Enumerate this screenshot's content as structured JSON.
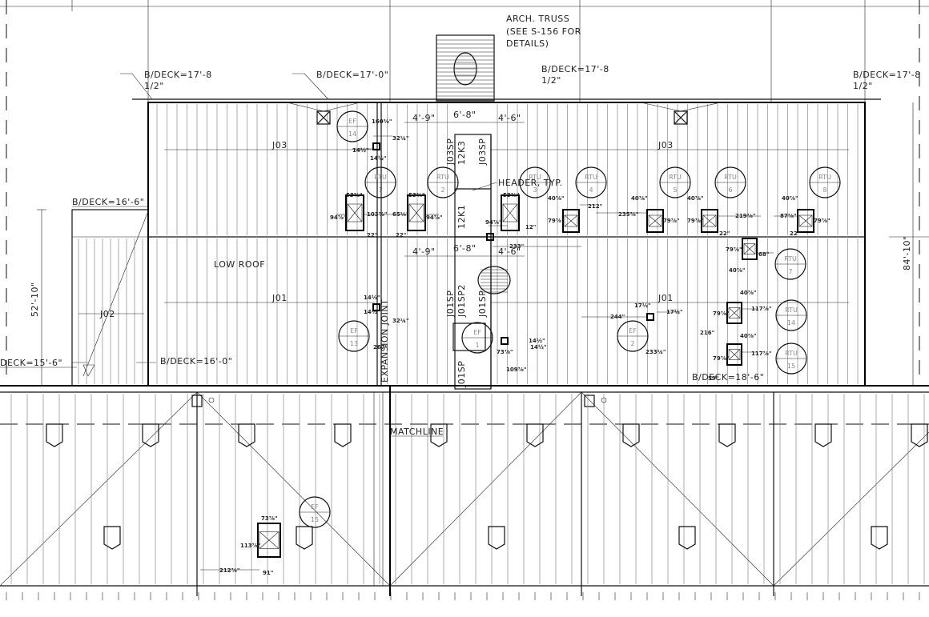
{
  "notes": {
    "arch_truss": [
      "ARCH. TRUSS",
      "(SEE S-156 FOR",
      "DETAILS)"
    ],
    "header_typ": "HEADER, TYP.",
    "matchline": "MATCHLINE",
    "low_roof": "LOW ROOF",
    "expansion_joint": "EXPANSION JOINT"
  },
  "decks": [
    {
      "id": "d1",
      "lines": [
        "B/DECK=17'-8",
        "1/2\""
      ]
    },
    {
      "id": "d2",
      "lines": [
        "B/DECK=17'-0\""
      ]
    },
    {
      "id": "d3",
      "lines": [
        "B/DECK=17'-8",
        "1/2\""
      ]
    },
    {
      "id": "d4",
      "lines": [
        "B/DECK=17'-8",
        "1/2\""
      ]
    },
    {
      "id": "d5",
      "lines": [
        "B/DECK=16'-6\""
      ]
    },
    {
      "id": "d6",
      "lines": [
        "DECK=15'-6\""
      ]
    },
    {
      "id": "d7",
      "lines": [
        "B/DECK=16'-0\""
      ]
    },
    {
      "id": "d8",
      "lines": [
        "B/DECK=18'-6\""
      ]
    }
  ],
  "dims_overall": {
    "left": "52'-10\"",
    "right": "84'-10\""
  },
  "joists": [
    "J03",
    "J03",
    "J01",
    "J01",
    "J02",
    "J03SP",
    "12K3",
    "J03SP",
    "12K1",
    "J01SP",
    "J01SP2",
    "J01SP",
    "J01SP"
  ],
  "spacing_dims": [
    "4'-9\"",
    "6'-8\"",
    "4'-6\"",
    "4'-9\"",
    "6'-8\"",
    "4'-6\""
  ],
  "equipment": [
    {
      "id": "ef14",
      "t": "EF",
      "n": "14"
    },
    {
      "id": "rtu1",
      "t": "RTU",
      "n": "1"
    },
    {
      "id": "rtu2",
      "t": "RTU",
      "n": "2"
    },
    {
      "id": "rtu3",
      "t": "RTU",
      "n": "3"
    },
    {
      "id": "rtu4",
      "t": "RTU",
      "n": "4"
    },
    {
      "id": "rtu5",
      "t": "RTU",
      "n": "5"
    },
    {
      "id": "rtu6",
      "t": "RTU",
      "n": "6"
    },
    {
      "id": "rtu8",
      "t": "RTU",
      "n": "8"
    },
    {
      "id": "rtu7",
      "t": "RTU",
      "n": "7"
    },
    {
      "id": "rtu14",
      "t": "RTU",
      "n": "14"
    },
    {
      "id": "rtu15",
      "t": "RTU",
      "n": "15"
    },
    {
      "id": "ef13",
      "t": "EF",
      "n": "13"
    },
    {
      "id": "ef1",
      "t": "EF",
      "n": "1"
    },
    {
      "id": "ef2",
      "t": "EF",
      "n": "2"
    },
    {
      "id": "ef15",
      "t": "EF",
      "n": "15"
    }
  ],
  "dims_small": [
    "160⅜\"",
    "32¼\"",
    "14½\"",
    "14½\"",
    "53⅞\"",
    "53⅞\"",
    "94⅞\"",
    "103⅞\"",
    "65⅛\"",
    "94⅞\"",
    "22\"",
    "22\"",
    "53⅞\"",
    "94⅞\"",
    "12\"",
    "233\"",
    "40⅞\"",
    "79⅞\"",
    "212\"",
    "235⅜\"",
    "40⅞\"",
    "79⅞\"",
    "40⅞\"",
    "79⅞\"",
    "219⅞\"",
    "22\"",
    "87⅞\"",
    "40⅞\"",
    "79⅞\"",
    "22\"",
    "79⅞\"",
    "68\"",
    "40⅞\"",
    "14½\"",
    "14½\"",
    "32¼\"",
    "267\"",
    "14½\"",
    "14½\"",
    "73⅞\"",
    "109⅞\"",
    "244\"",
    "17½\"",
    "17½\"",
    "233¼\"",
    "40⅞\"",
    "79⅞\"",
    "117⅞\"",
    "216\"",
    "40⅞\"",
    "79⅞\"",
    "117⅞\"",
    "59\"",
    "73⅞\"",
    "113⅞\"",
    "212⅞\"",
    "91\""
  ]
}
